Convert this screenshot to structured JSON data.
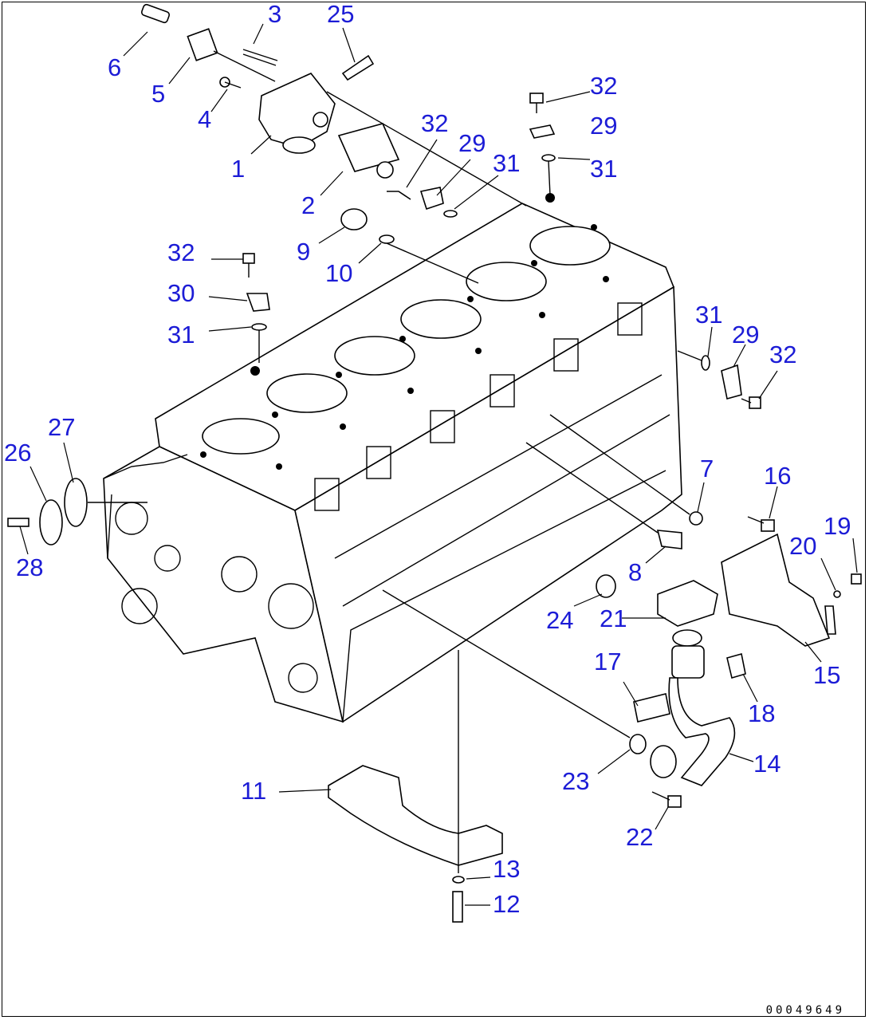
{
  "drawing_code": "00049649",
  "callouts": [
    {
      "id": "c1",
      "label": "1"
    },
    {
      "id": "c2",
      "label": "2"
    },
    {
      "id": "c3",
      "label": "3"
    },
    {
      "id": "c4",
      "label": "4"
    },
    {
      "id": "c5",
      "label": "5"
    },
    {
      "id": "c6",
      "label": "6"
    },
    {
      "id": "c7",
      "label": "7"
    },
    {
      "id": "c8",
      "label": "8"
    },
    {
      "id": "c9",
      "label": "9"
    },
    {
      "id": "c10",
      "label": "10"
    },
    {
      "id": "c11",
      "label": "11"
    },
    {
      "id": "c12",
      "label": "12"
    },
    {
      "id": "c13",
      "label": "13"
    },
    {
      "id": "c14",
      "label": "14"
    },
    {
      "id": "c15",
      "label": "15"
    },
    {
      "id": "c16",
      "label": "16"
    },
    {
      "id": "c17",
      "label": "17"
    },
    {
      "id": "c18",
      "label": "18"
    },
    {
      "id": "c19",
      "label": "19"
    },
    {
      "id": "c20",
      "label": "20"
    },
    {
      "id": "c21",
      "label": "21"
    },
    {
      "id": "c22",
      "label": "22"
    },
    {
      "id": "c23",
      "label": "23"
    },
    {
      "id": "c24",
      "label": "24"
    },
    {
      "id": "c25",
      "label": "25"
    },
    {
      "id": "c26",
      "label": "26"
    },
    {
      "id": "c27",
      "label": "27"
    },
    {
      "id": "c28",
      "label": "28"
    },
    {
      "id": "c29a",
      "label": "29"
    },
    {
      "id": "c29b",
      "label": "29"
    },
    {
      "id": "c29c",
      "label": "29"
    },
    {
      "id": "c30",
      "label": "30"
    },
    {
      "id": "c31a",
      "label": "31"
    },
    {
      "id": "c31b",
      "label": "31"
    },
    {
      "id": "c31c",
      "label": "31"
    },
    {
      "id": "c31d",
      "label": "31"
    },
    {
      "id": "c32a",
      "label": "32"
    },
    {
      "id": "c32b",
      "label": "32"
    },
    {
      "id": "c32c",
      "label": "32"
    },
    {
      "id": "c32d",
      "label": "32"
    }
  ]
}
